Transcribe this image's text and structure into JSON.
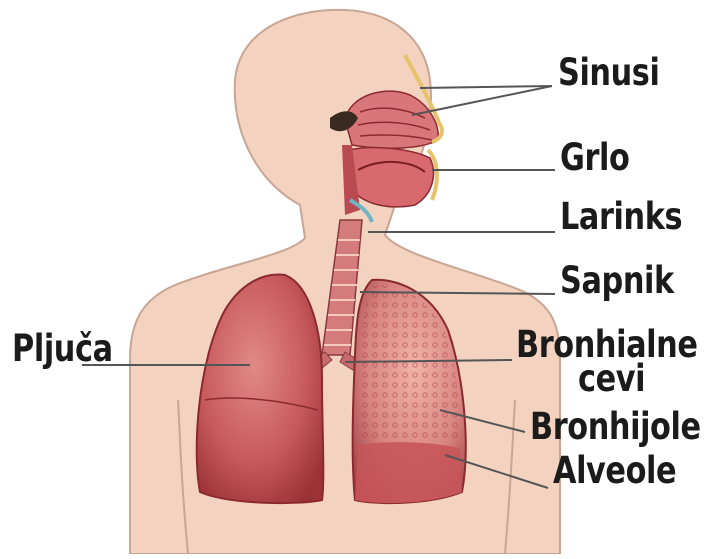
{
  "labels": {
    "sinusi": "Sinusi",
    "grlo": "Grlo",
    "larinks": "Larinks",
    "sapnik": "Sapnik",
    "pluca": "Pljuča",
    "bronhialne": "Bronhialne",
    "cevi": "cevi",
    "bronhijole": "Bronhijole",
    "alveole": "Alveole"
  },
  "colors": {
    "skin": "#f3d2c0",
    "skin_outline": "#c9a594",
    "lung": "#c8595c",
    "lung_dark": "#9a3236",
    "trachea": "#d47c7c",
    "leader_line": "#555555",
    "label_text": "#1b1b1b"
  }
}
